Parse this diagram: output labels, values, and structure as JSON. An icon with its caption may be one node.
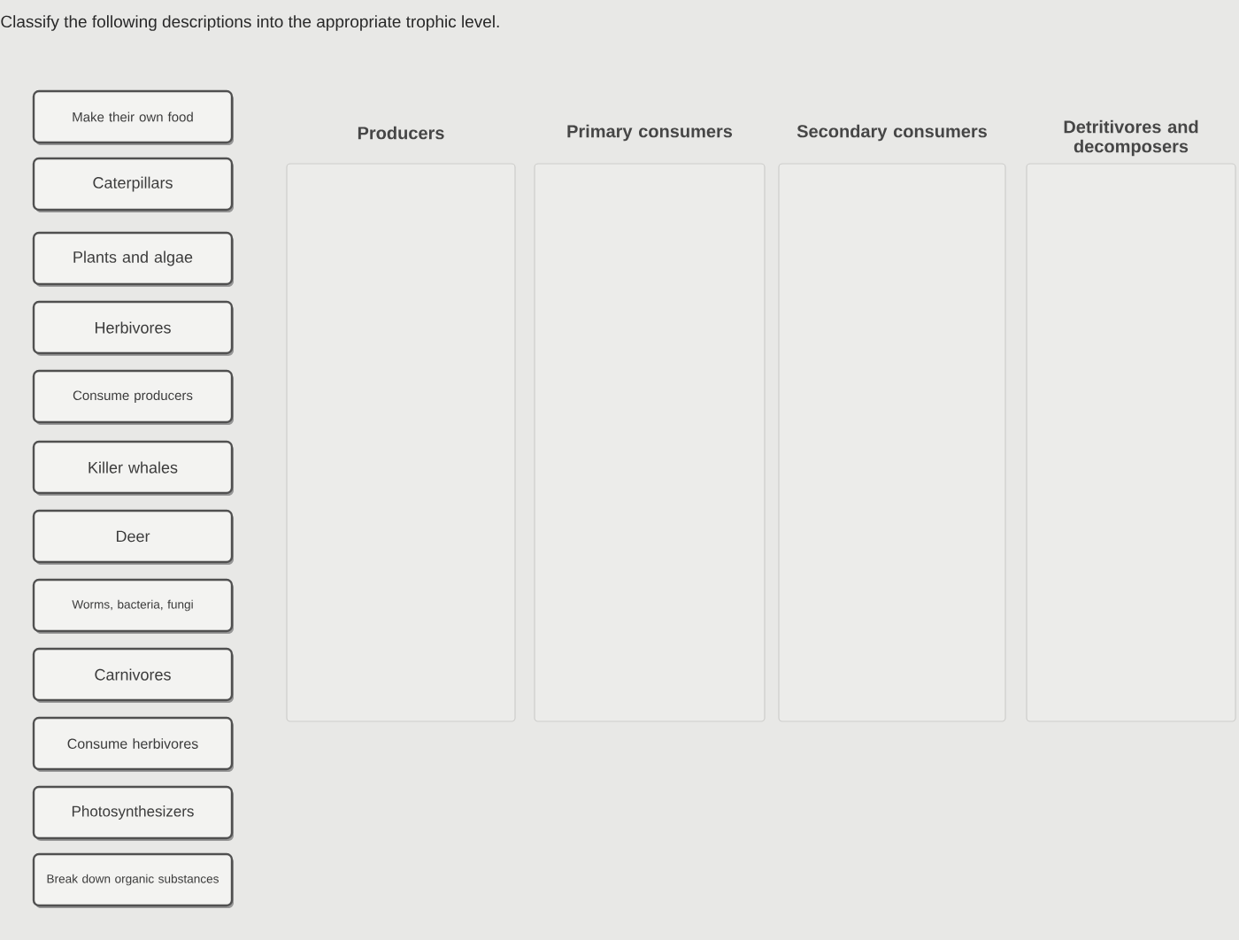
{
  "diagram": {
    "title": "Classify the following descriptions into the appropriate trophic level.",
    "nodes": [
      {
        "text": [
          "Make their own food"
        ]
      },
      {
        "text": [
          "Caterpillars"
        ]
      },
      {
        "text": [
          "Plants and algae"
        ]
      },
      {
        "text": [
          "Herbivores"
        ]
      },
      {
        "text": [
          "Consume producers"
        ]
      },
      {
        "text": [
          "Killer whales"
        ]
      },
      {
        "text": [
          "Deer"
        ]
      },
      {
        "text": [
          "Worms, bacteria, fungi"
        ]
      },
      {
        "text": [
          "Carnivores"
        ]
      },
      {
        "text": [
          "Consume herbivores"
        ]
      },
      {
        "text": [
          "Photosynthesizers"
        ]
      },
      {
        "text": [
          "Break down organic substances"
        ]
      },
      {
        "text": [
          "Producers"
        ]
      },
      {
        "text": [
          "Primary consumers"
        ]
      },
      {
        "text": [
          "Secondary consumers"
        ]
      },
      {
        "text": [
          "Detritivores and decomposers"
        ]
      }
    ]
  }
}
